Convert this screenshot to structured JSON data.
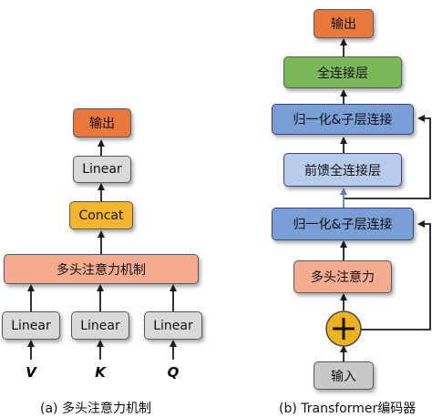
{
  "colors": {
    "output": "#e8793a",
    "linear": "#d9d9d9",
    "concat": "#f5b52a",
    "attention": "#f5ab8e",
    "dense": "#7bb85a",
    "norm": "#7a9fd6",
    "ffn": "#b7cbea",
    "add": "#f0b21c",
    "input": "#c8c8c8",
    "arrow": "#1e1e1e",
    "ffn_arrow": "#5b7fbd"
  },
  "left": {
    "output": "输出",
    "linear_top": "Linear",
    "concat": "Concat",
    "attention": "多头注意力机制",
    "linear_v": "Linear",
    "linear_k": "Linear",
    "linear_q": "Linear",
    "var_v": "V",
    "var_k": "K",
    "var_q": "Q",
    "caption": "(a) 多头注意力机制"
  },
  "right": {
    "output": "输出",
    "dense": "全连接层",
    "norm_top": "归一化&子层连接",
    "ffn": "前馈全连接层",
    "norm_bottom": "归一化&子层连接",
    "attention": "多头注意力",
    "add_icon": "plus-icon",
    "input": "输入",
    "caption": "(b) Transformer编码器"
  }
}
